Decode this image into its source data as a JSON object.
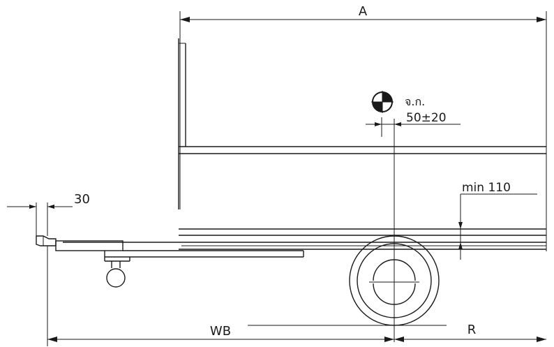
{
  "drawing": {
    "dimension_overall_length": "A",
    "center_of_mass_label": "จ.ก.",
    "center_of_mass_tolerance": "50±20",
    "drawbar_offset": "30",
    "ground_clearance": "min 110",
    "wheelbase": "WB",
    "rear_overhang": "R"
  }
}
